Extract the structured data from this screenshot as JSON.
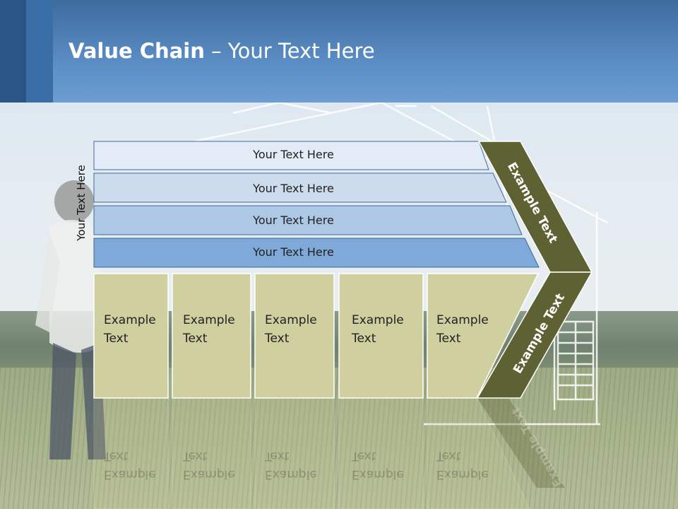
{
  "slide": {
    "title_bold": "Value Chain",
    "title_rest": " – Your Text Here",
    "vertical_label": "Your Text Here",
    "rows": [
      {
        "label": "Your Text Here"
      },
      {
        "label": "Your Text Here"
      },
      {
        "label": "Your Text Here"
      },
      {
        "label": "Your Text Here"
      }
    ],
    "boxes": [
      {
        "line1": "Example",
        "line2": "Text"
      },
      {
        "line1": "Example",
        "line2": "Text"
      },
      {
        "line1": "Example",
        "line2": "Text"
      },
      {
        "line1": "Example",
        "line2": "Text"
      },
      {
        "line1": "Example",
        "line2": "Text"
      }
    ],
    "chevron_top_label": "Example Text",
    "chevron_bottom_label": "Example Text"
  },
  "colors": {
    "header_blue": "#5a8dc4",
    "row1": "#e3ecf6",
    "row2": "#cddcec",
    "row3": "#adc8e4",
    "row4": "#7ea9d8",
    "box_fill": "#cfcf9f",
    "chevron": "#5e6233"
  }
}
